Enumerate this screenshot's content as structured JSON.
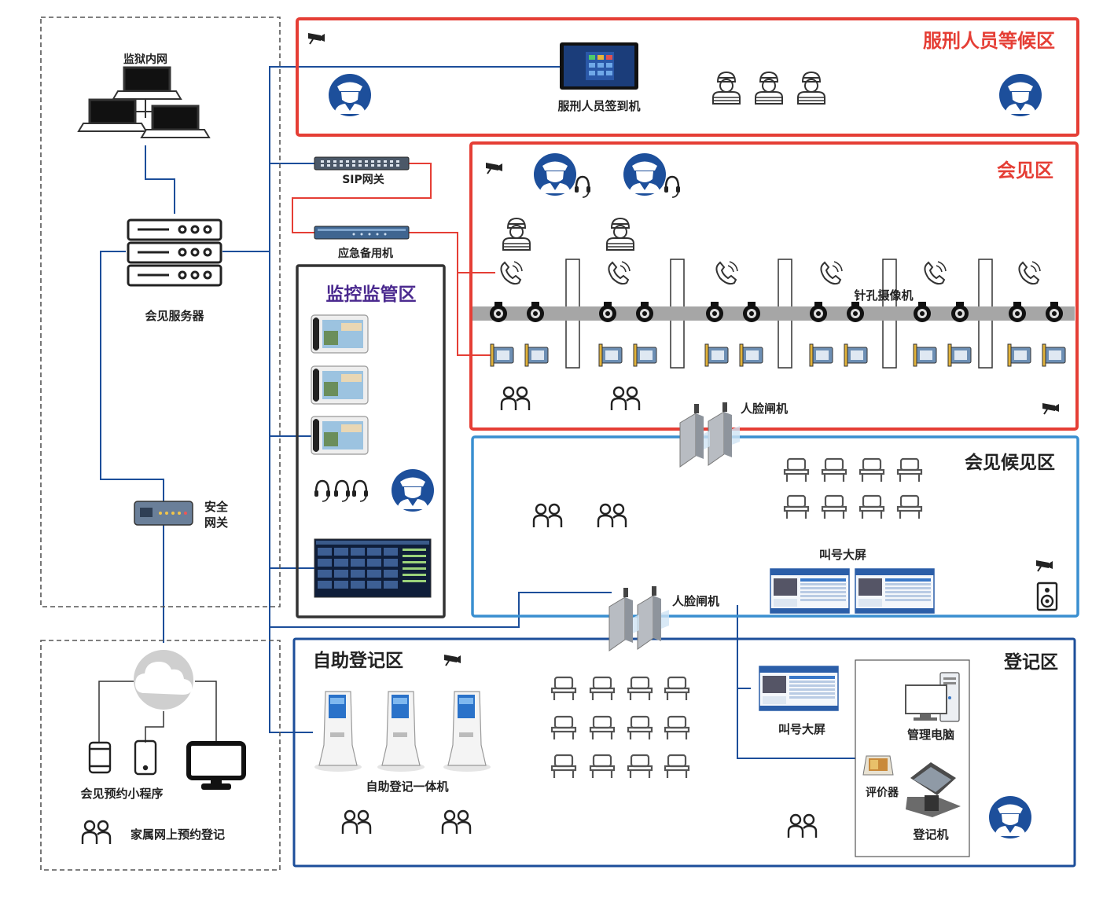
{
  "zones": {
    "prison_network": "监狱内网",
    "waiting_area": "服刑人员等候区",
    "meeting_area": "会见区",
    "monitor_area": "监控监管区",
    "visitor_waiting_area": "会见候见区",
    "self_register_area": "自助登记区",
    "register_area": "登记区"
  },
  "devices": {
    "server": "会见服务器",
    "security_gateway_line1": "安全",
    "security_gateway_line2": "网关",
    "sip_gateway": "SIP网关",
    "backup_machine": "应急备用机",
    "checkin_machine": "服刑人员签到机",
    "pinhole_camera": "针孔摄像机",
    "face_gate_upper": "人脸闸机",
    "face_gate_lower": "人脸闸机",
    "call_screen_waiting": "叫号大屏",
    "call_screen_register": "叫号大屏",
    "self_register_kiosk": "自助登记一体机",
    "management_pc": "管理电脑",
    "evaluator": "评价器",
    "register_machine": "登记机",
    "mini_program": "会见预约小程序",
    "family_online": "家属网上预约登记"
  },
  "colors": {
    "red": "#e53e35",
    "blue": "#1c4e9a",
    "light_blue": "#3a8fd0",
    "purple": "#4b2a8f",
    "police": "#1d4f9b",
    "dash": "#555555"
  }
}
